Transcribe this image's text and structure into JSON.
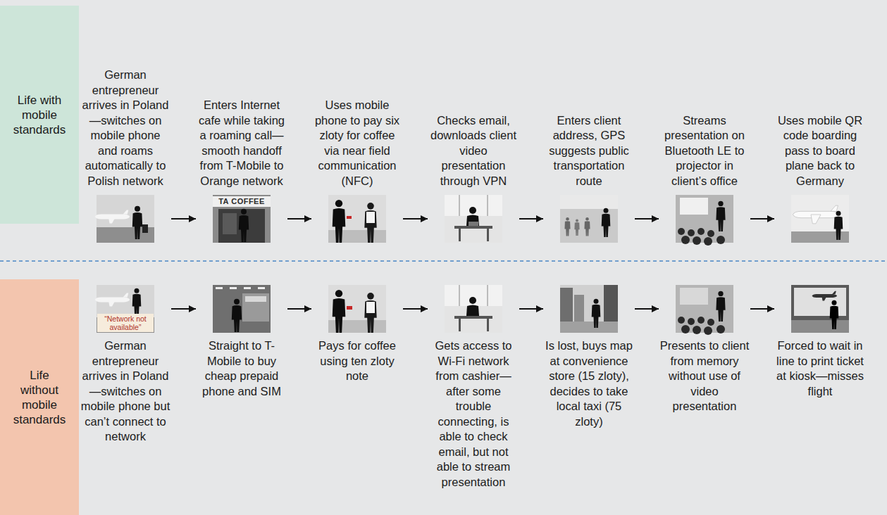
{
  "diagram": {
    "nodes": [
      {
        "text": [
          "Life with mobile standards"
        ]
      },
      {
        "text": [
          "German entrepreneur arrives in Poland—switches on mobile phone and roams automatically to Polish network"
        ]
      },
      {
        "text": [
          "Enters Internet cafe while taking a roaming call—smooth handoff from T-Mobile to Orange network"
        ]
      },
      {
        "text": [
          "Uses mobile phone to pay six zloty for coffee via near field communication (NFC)"
        ]
      },
      {
        "text": [
          "Checks email, downloads client video presentation through VPN"
        ]
      },
      {
        "text": [
          "Enters client address, GPS suggests public transportation route"
        ]
      },
      {
        "text": [
          "Streams presentation on Bluetooth LE to projector in client’s office"
        ]
      },
      {
        "text": [
          "Uses mobile QR code boarding pass to board plane back to Germany"
        ]
      },
      {
        "text": [
          "Life without mobile standards"
        ]
      },
      {
        "text": [
          "German entrepreneur arrives in Poland—switches on mobile phone but can’t connect to network",
          "“Network not available”"
        ]
      },
      {
        "text": [
          "Straight to T-Mobile to buy cheap prepaid phone and SIM"
        ]
      },
      {
        "text": [
          "Pays for coffee using ten zloty note"
        ]
      },
      {
        "text": [
          "Gets access to Wi-Fi network from cashier—after some trouble connecting, is able to check email, but not able to stream presentation"
        ]
      },
      {
        "text": [
          "Is lost, buys map at convenience store (15 zloty), decides to take local taxi (75 zloty)"
        ]
      },
      {
        "text": [
          "Presents to client from memory without use of video presentation"
        ]
      },
      {
        "text": [
          "Forced to wait in line to print ticket at kiosk—misses flight"
        ]
      }
    ],
    "edges": [
      {
        "from": 1,
        "to": 2,
        "arrow": "to"
      },
      {
        "from": 2,
        "to": 3,
        "arrow": "to"
      },
      {
        "from": 3,
        "to": 4,
        "arrow": "to"
      },
      {
        "from": 4,
        "to": 5,
        "arrow": "to"
      },
      {
        "from": 5,
        "to": 6,
        "arrow": "to"
      },
      {
        "from": 6,
        "to": 7,
        "arrow": "to"
      },
      {
        "from": 9,
        "to": 10,
        "arrow": "to"
      },
      {
        "from": 10,
        "to": 11,
        "arrow": "to"
      },
      {
        "from": 11,
        "to": 12,
        "arrow": "to"
      },
      {
        "from": 12,
        "to": 13,
        "arrow": "to"
      },
      {
        "from": 13,
        "to": 14,
        "arrow": "to"
      },
      {
        "from": 14,
        "to": 15,
        "arrow": "to"
      }
    ],
    "labels": [
      "TA COFFEE"
    ]
  }
}
